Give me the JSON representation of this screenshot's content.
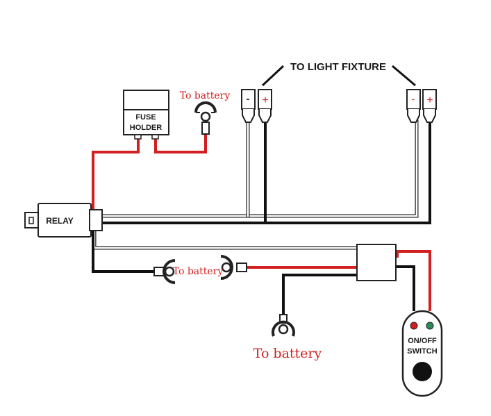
{
  "labels": {
    "to_light_fixture": "TO LIGHT FIXTURE",
    "fuse_holder_line1": "FUSE",
    "fuse_holder_line2": "HOLDER",
    "relay": "RELAY",
    "to_battery_top": "To battery",
    "to_battery_middle": "To battery",
    "to_battery_bottom": "To battery",
    "switch_line1": "ON/OFF",
    "switch_line2": "SWITCH"
  },
  "connectors": {
    "left_fixture": {
      "negative": "-",
      "positive": "+"
    },
    "right_fixture": {
      "negative": "-",
      "positive": "+"
    }
  },
  "colors": {
    "wire_red": "#d21f1f",
    "wire_black": "#111111",
    "wire_white": "#ffffff",
    "label_red": "#d21f1f",
    "switch_led_red": "#d21f1f",
    "switch_led_green": "#2e8b57"
  }
}
